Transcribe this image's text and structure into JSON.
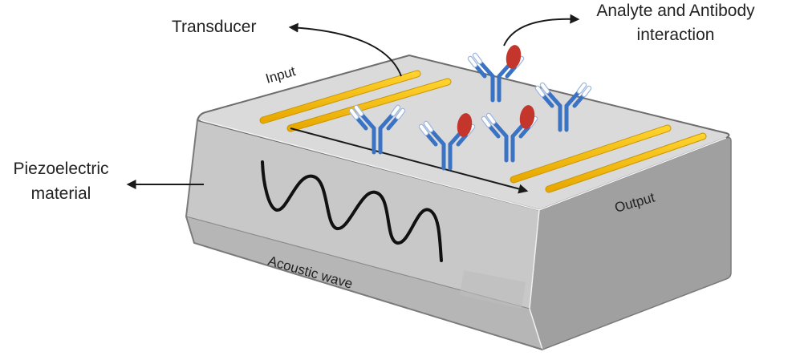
{
  "diagram": {
    "title": "Surface acoustic wave biosensor",
    "labels": {
      "transducer": "Transducer",
      "analyte_line1": "Analyte and Antibody",
      "analyte_line2": "interaction",
      "piezo_line1": "Piezoelectric",
      "piezo_line2": "material",
      "input": "Input",
      "output": "Output",
      "acoustic_wave": "Acoustic wave"
    },
    "components": {
      "input_electrodes": 2,
      "output_electrodes": 2,
      "antibodies_total": 5,
      "antibodies_bound_to_analyte": 3
    },
    "colors": {
      "top_face": "#d9d9d9",
      "left_face": "#c6c6c6",
      "left_bevel": "#b4b4b4",
      "right_face": "#a0a0a0",
      "edge": "#6e6e6e",
      "electrode": "#f3b800",
      "electrode_edge": "#c99600",
      "antibody": "#3a73c4",
      "antibody_tip": "#ffffff",
      "analyte": "#c4352c",
      "arrow": "#1a1a1a"
    }
  }
}
